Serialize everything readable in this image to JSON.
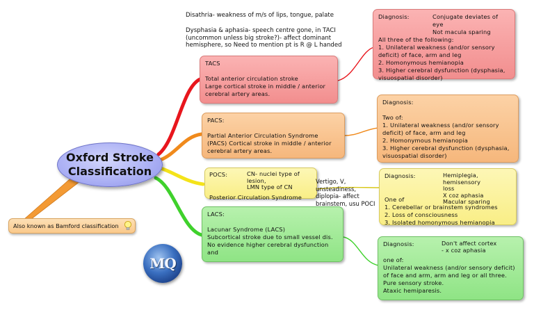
{
  "central_topic": "Oxford Stroke\nClassification",
  "alias_note": "Also known as Bamford classification",
  "logo_text": "MQ",
  "top_notes": {
    "dysarthria": "Disathria- weakness of m/s of lips, tongue, palate",
    "dysphasia": "Dysphasia & aphasia- speech centre gone, in TACI\n(uncommon unless big stroke?)- affect dominant\nhemisphere, so Need to mention pt is R @ L handed"
  },
  "branches": {
    "tacs": {
      "title": "TACS",
      "lines": [
        "Total anterior circulation stroke",
        "Large cortical stroke in middle / anterior",
        "cerebral artery areas."
      ],
      "diagnosis_label": "Diagnosis:",
      "diagnosis_note": "Conjugate deviates of eye\nNot macula sparing",
      "criteria": [
        "All three of the following:",
        "1. Unilateral weakness (and/or sensory",
        "deficit) of face, arm and leg",
        "2. Homonymous hemianopia",
        "3. Higher cerebral dysfunction (dysphasia,",
        "visuospatial disorder)"
      ]
    },
    "pacs": {
      "title": "PACS:",
      "lines": [
        "Partial Anterior Circulation Syndrome",
        "(PACS) Cortical stroke in middle / anterior",
        "cerebral artery areas."
      ],
      "diagnosis_label": "Diagnosis:",
      "criteria": [
        "Two of:",
        "1. Unilateral weakness (and/or sensory",
        "deficit) of face, arm and leg",
        "2. Homonymous hemianopia",
        "3. Higher cerebral dysfunction (dysphasia,",
        "visuospatial disorder)"
      ]
    },
    "pocs": {
      "title": "POCS:",
      "inline_note": "CN- nuclei type of lesion,\nLMN type of CN",
      "subtitle": "Posterior Circulation Syndrome",
      "side_note": "Vertigo, V,\nunsteadiness,\ndiplopia- affect\nbrainstem, usu POCI",
      "diagnosis_label": "Diagnosis:",
      "diagnosis_note": "Hemiplegia, hemisensory\nloss\nX coz aphasia\nMacular sparing",
      "criteria": [
        "One of",
        "1. Cerebellar or brainstem syndromes",
        "2. Loss of consciousness",
        "3. Isolated homonymous hemianopia"
      ]
    },
    "lacs": {
      "title": "LACS:",
      "lines": [
        "Lacunar Syndrome (LACS)",
        "Subcortical stroke due to small vessel dis.",
        "No evidence higher cerebral dysfunction",
        "and"
      ],
      "diagnosis_label": "Diagnosis:",
      "diagnosis_note": "Don't affect cortex\n- x coz aphasia",
      "criteria": [
        "one of:",
        "Unilateral weakness (and/or sensory deficit)",
        "of face and arm, arm and leg or all three.",
        "Pure sensory stroke.",
        "Ataxic hemiparesis."
      ]
    }
  },
  "colors": {
    "tacs": "#f39a9a",
    "pacs": "#f8c18c",
    "pocs": "#faf19a",
    "lacs": "#9ee895",
    "central": "#a9aef4",
    "branch_red": "#e8161d",
    "branch_orange": "#f08a1c",
    "branch_yellow": "#f4e31a",
    "branch_green": "#3fd12c"
  }
}
